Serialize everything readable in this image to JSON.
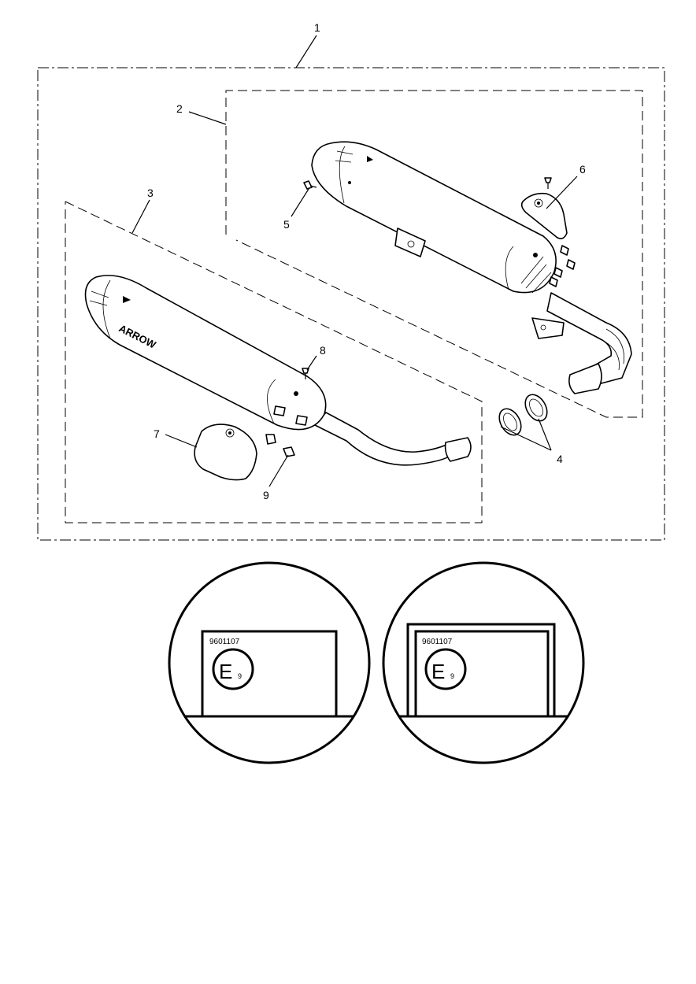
{
  "callouts": {
    "c1": "1",
    "c2": "2",
    "c3": "3",
    "c4": "4",
    "c5": "5",
    "c6": "6",
    "c7": "7",
    "c8": "8",
    "c9": "9"
  },
  "silencer_brand": "ARROW",
  "detail_left": {
    "code": "9601107",
    "mark_letter": "E",
    "mark_number": "9"
  },
  "detail_right": {
    "code": "9601107",
    "mark_letter": "E",
    "mark_number": "9"
  }
}
